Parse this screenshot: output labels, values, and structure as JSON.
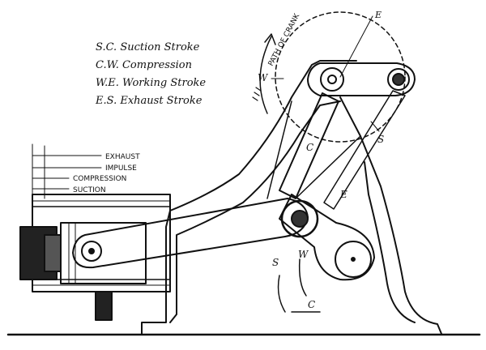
{
  "legend": {
    "sc": "S.C. Suction Stroke",
    "cw": "C.W. Compression",
    "we": "W.E. Working Stroke",
    "es": "E.S. Exhaust Stroke"
  },
  "labels": {
    "path_of_crank": "PATH OF CRANK",
    "exhaust": "EXHAUST",
    "impulse": "IMPULSE",
    "compression": "COMPRESSION",
    "suction": "SUCTION",
    "top_w": "W",
    "top_e": "E",
    "top_s": "S",
    "top_c": "C",
    "bot_e": "E",
    "bot_w": "W",
    "bot_s": "S",
    "bot_c": "C"
  }
}
